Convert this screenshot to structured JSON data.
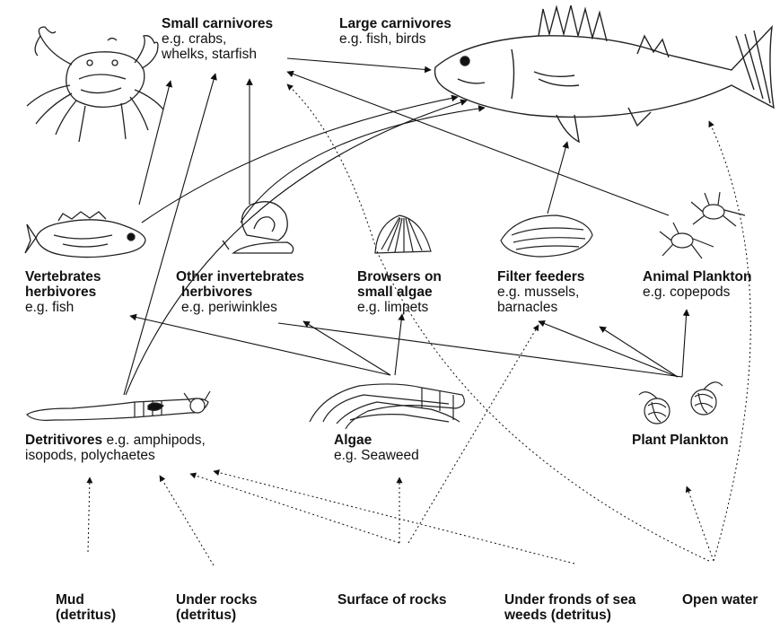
{
  "nodes": {
    "small_carnivores": {
      "title": "Small carnivores",
      "sub": "e.g. crabs,",
      "sub2": "whelks, starfish"
    },
    "large_carnivores": {
      "title": "Large carnivores",
      "sub": "e.g. fish, birds"
    },
    "vertebrates": {
      "title": "Vertebrates",
      "title2": "herbivores",
      "sub": "e.g. fish"
    },
    "other_invertebrates": {
      "title": "Other invertebrates",
      "title2": "herbivores",
      "sub": "e.g. periwinkles"
    },
    "browsers": {
      "title": "Browsers on",
      "title2": "small algae",
      "sub": "e.g. limpets"
    },
    "filter_feeders": {
      "title": "Filter feeders",
      "sub": "e.g. mussels,",
      "sub2": "barnacles"
    },
    "animal_plankton": {
      "title": "Animal Plankton",
      "sub": "e.g. copepods"
    },
    "detritivores": {
      "title": "Detritivores",
      "sub_inline": " e.g. amphipods,",
      "sub2": "isopods, polychaetes"
    },
    "algae": {
      "title": "Algae",
      "sub": "e.g. Seaweed"
    },
    "plant_plankton": {
      "title": "Plant Plankton"
    }
  },
  "sources": {
    "mud": {
      "line1": "Mud",
      "line2": "(detritus)"
    },
    "under_rocks": {
      "line1": "Under rocks",
      "line2": "(detritus)"
    },
    "surface_rocks": {
      "line1": "Surface of rocks"
    },
    "under_fronds": {
      "line1": "Under fronds of sea",
      "line2": "weeds (detritus)"
    },
    "open_water": {
      "line1": "Open water"
    }
  },
  "icons": [
    "crab-icon",
    "fish-icon",
    "small-fish-icon",
    "snail-icon",
    "limpet-icon",
    "mussel-icon",
    "copepod-icon",
    "worm-icon",
    "seaweed-icon",
    "plankton-icon"
  ]
}
